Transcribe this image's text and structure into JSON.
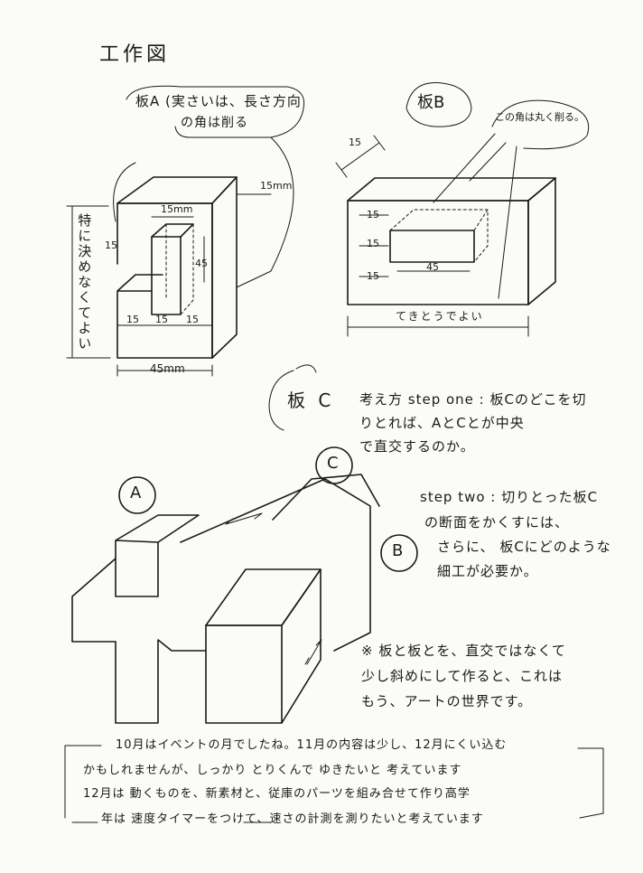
{
  "page_title": "工作図",
  "board_a": {
    "note_line1": "板A (実さいは、長さ方向",
    "note_line2": "の角は削る",
    "dim_top": "15mm",
    "dim_slot": "15mm",
    "dim_slot_height": "45",
    "dim_left": "15",
    "dim_bottom": [
      "15",
      "15",
      "15"
    ],
    "dim_width": "45mm",
    "side_note": "特に決めなくてよい"
  },
  "board_b": {
    "label": "板B",
    "corner_note": "この角は丸く削る。",
    "dim_thickness": "15",
    "dim_left": [
      "15",
      "15",
      "15"
    ],
    "dim_slot_width": "45",
    "length_note": "てきとうでよい"
  },
  "board_c": {
    "label": "板 C",
    "step_one": {
      "line1": "考え方 step one : 板Cのどこを切",
      "line2": "りとれば、AとCとが中央",
      "line3": "で直交するのか。"
    },
    "step_two": {
      "line1": "step two : 切りとった板C",
      "line2": "の断面をかくすには、",
      "line3": "さらに、 板Cにどのような",
      "line4": "細工が必要か。"
    }
  },
  "assembly": {
    "label_a": "A",
    "label_b": "B",
    "label_c": "C"
  },
  "art_note": {
    "line1": "※ 板と板とを、直交ではなくて",
    "line2": "少し斜めにして作ると、これは",
    "line3": "もう、アートの世界です。"
  },
  "footer": {
    "line1": "10月はイベントの月でしたね。11月の内容は少し、12月にくい込む",
    "line2": "かもしれませんが、しっかり とりくんで ゆきたいと 考えています",
    "line3": "12月は 動くものを、新素材と、従庫のパーツを組み合せて作り高学",
    "line4": "年は 速度タイマーをつけて、速さの計測を測りたいと考えています"
  }
}
